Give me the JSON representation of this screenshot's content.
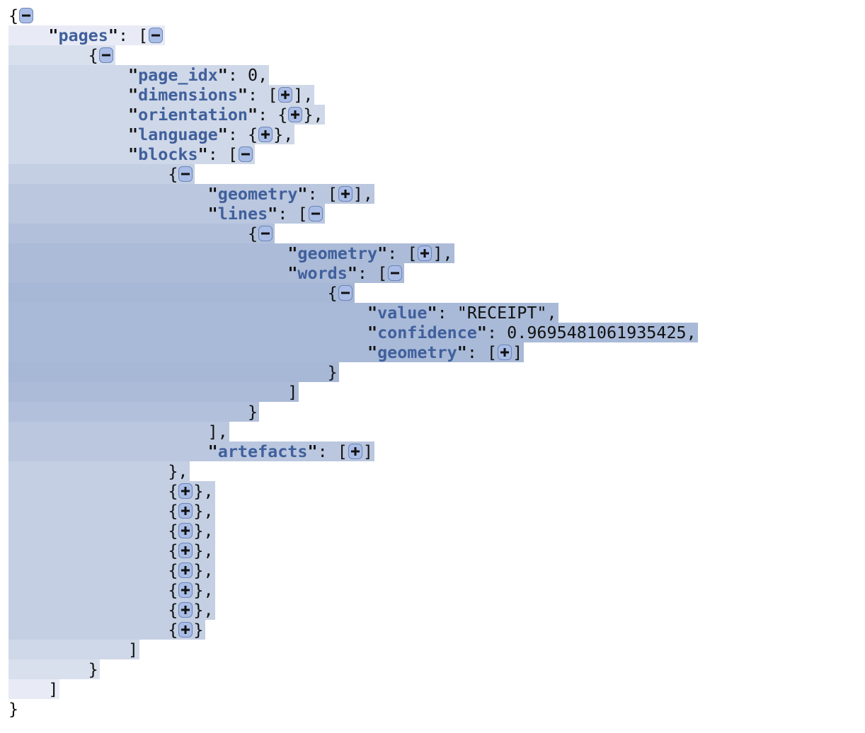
{
  "viewer": {
    "toggle_icons": {
      "expanded": "minus-icon",
      "collapsed": "plus-icon"
    },
    "root_open": "{",
    "root_close": "}",
    "pages": {
      "key": "pages",
      "open": "[",
      "close": "]",
      "page": {
        "open": "{",
        "close": "}",
        "page_idx": {
          "key": "page_idx",
          "value": "0"
        },
        "dimensions": {
          "key": "dimensions",
          "open": "[",
          "close": "]"
        },
        "orientation": {
          "key": "orientation",
          "open": "{",
          "close": "}"
        },
        "language": {
          "key": "language",
          "open": "{",
          "close": "}"
        },
        "blocks": {
          "key": "blocks",
          "open": "[",
          "close": "]",
          "block": {
            "open": "{",
            "close": "}",
            "geometry": {
              "key": "geometry",
              "open": "[",
              "close": "]"
            },
            "lines": {
              "key": "lines",
              "open": "[",
              "close": "]",
              "line": {
                "open": "{",
                "close": "}",
                "geometry": {
                  "key": "geometry",
                  "open": "[",
                  "close": "]"
                },
                "words": {
                  "key": "words",
                  "open": "[",
                  "close": "]",
                  "word": {
                    "open": "{",
                    "close": "}",
                    "value": {
                      "key": "value",
                      "value": "\"RECEIPT\""
                    },
                    "confidence": {
                      "key": "confidence",
                      "value": "0.9695481061935425"
                    },
                    "geometry": {
                      "key": "geometry",
                      "open": "[",
                      "close": "]"
                    }
                  }
                }
              }
            },
            "artefacts": {
              "key": "artefacts",
              "open": "[",
              "close": "]"
            }
          },
          "collapsed_blocks_count": 8
        }
      }
    }
  },
  "colors": {
    "key_text": "#40609c",
    "toggle_fill": "#a9bde6",
    "toggle_border": "#6b84b8",
    "depth_backgrounds": [
      "#ffffff",
      "#e8ebf5",
      "#d9e0ed",
      "#cfd8e8",
      "#c4cfe3",
      "#bac7df",
      "#b2c0db",
      "#abbbd8",
      "#a7b8d7",
      "#a9bad8"
    ]
  }
}
